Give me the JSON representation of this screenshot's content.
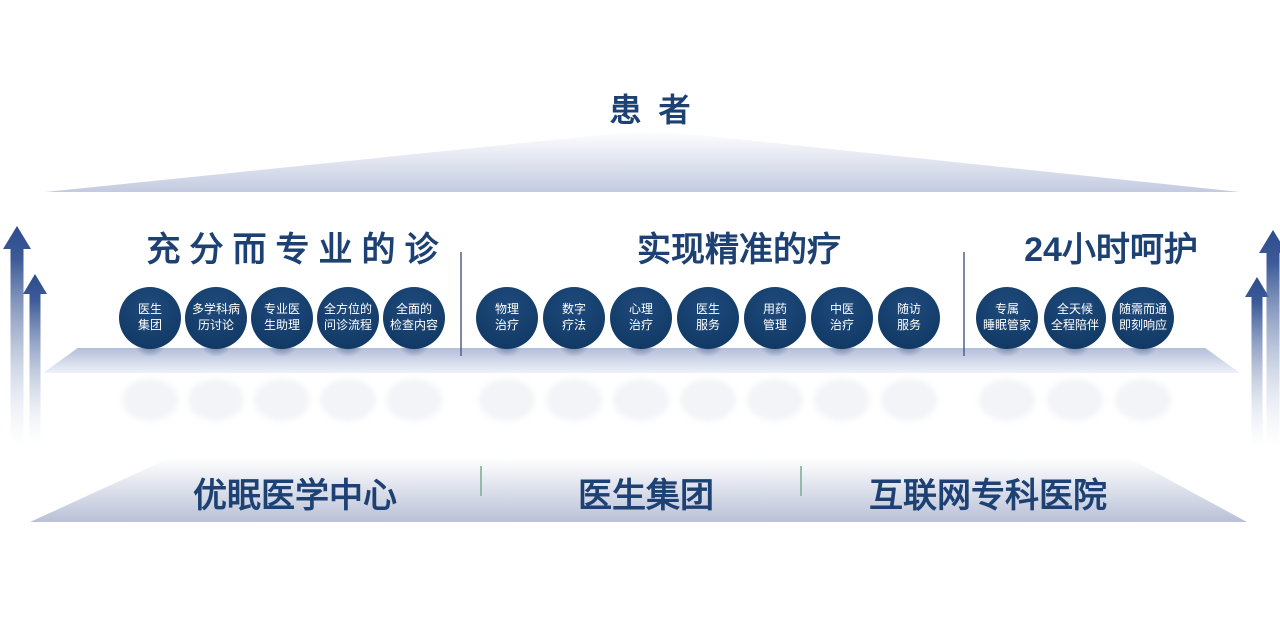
{
  "title": "患 者",
  "sections": [
    {
      "header": "充分而专业的诊",
      "circles": [
        [
          "医生",
          "集团"
        ],
        [
          "多学科病",
          "历讨论"
        ],
        [
          "专业医",
          "生助理"
        ],
        [
          "全方位的",
          "问诊流程"
        ],
        [
          "全面的",
          "检查内容"
        ]
      ]
    },
    {
      "header": "实现精准的疗",
      "circles": [
        [
          "物理",
          "治疗"
        ],
        [
          "数字",
          "疗法"
        ],
        [
          "心理",
          "治疗"
        ],
        [
          "医生",
          "服务"
        ],
        [
          "用药",
          "管理"
        ],
        [
          "中医",
          "治疗"
        ],
        [
          "随访",
          "服务"
        ]
      ]
    },
    {
      "header": "24小时呵护",
      "circles": [
        [
          "专属",
          "睡眠管家"
        ],
        [
          "全天候",
          "全程陪伴"
        ],
        [
          "随需而通",
          "即刻响应"
        ]
      ]
    }
  ],
  "base": {
    "labels": [
      "优眠医学中心",
      "医生集团",
      "互联网专科医院"
    ]
  },
  "icons": {
    "left_arrows": [
      "up-arrow-icon",
      "up-arrow-icon"
    ],
    "right_arrows": [
      "up-arrow-icon",
      "up-arrow-icon"
    ]
  },
  "colors": {
    "navy": "#1d4173",
    "circle_top": "#1e4a7c",
    "circle_bottom": "#123a66",
    "arrow": "#2d4c8d",
    "pyramid_shade": "#c4cbe1",
    "platform_shade": "#b3bed9",
    "base_shade": "#b9c1d7",
    "divider": "#4e6186",
    "base_divider": "#84b39e",
    "background": "#ffffff"
  }
}
